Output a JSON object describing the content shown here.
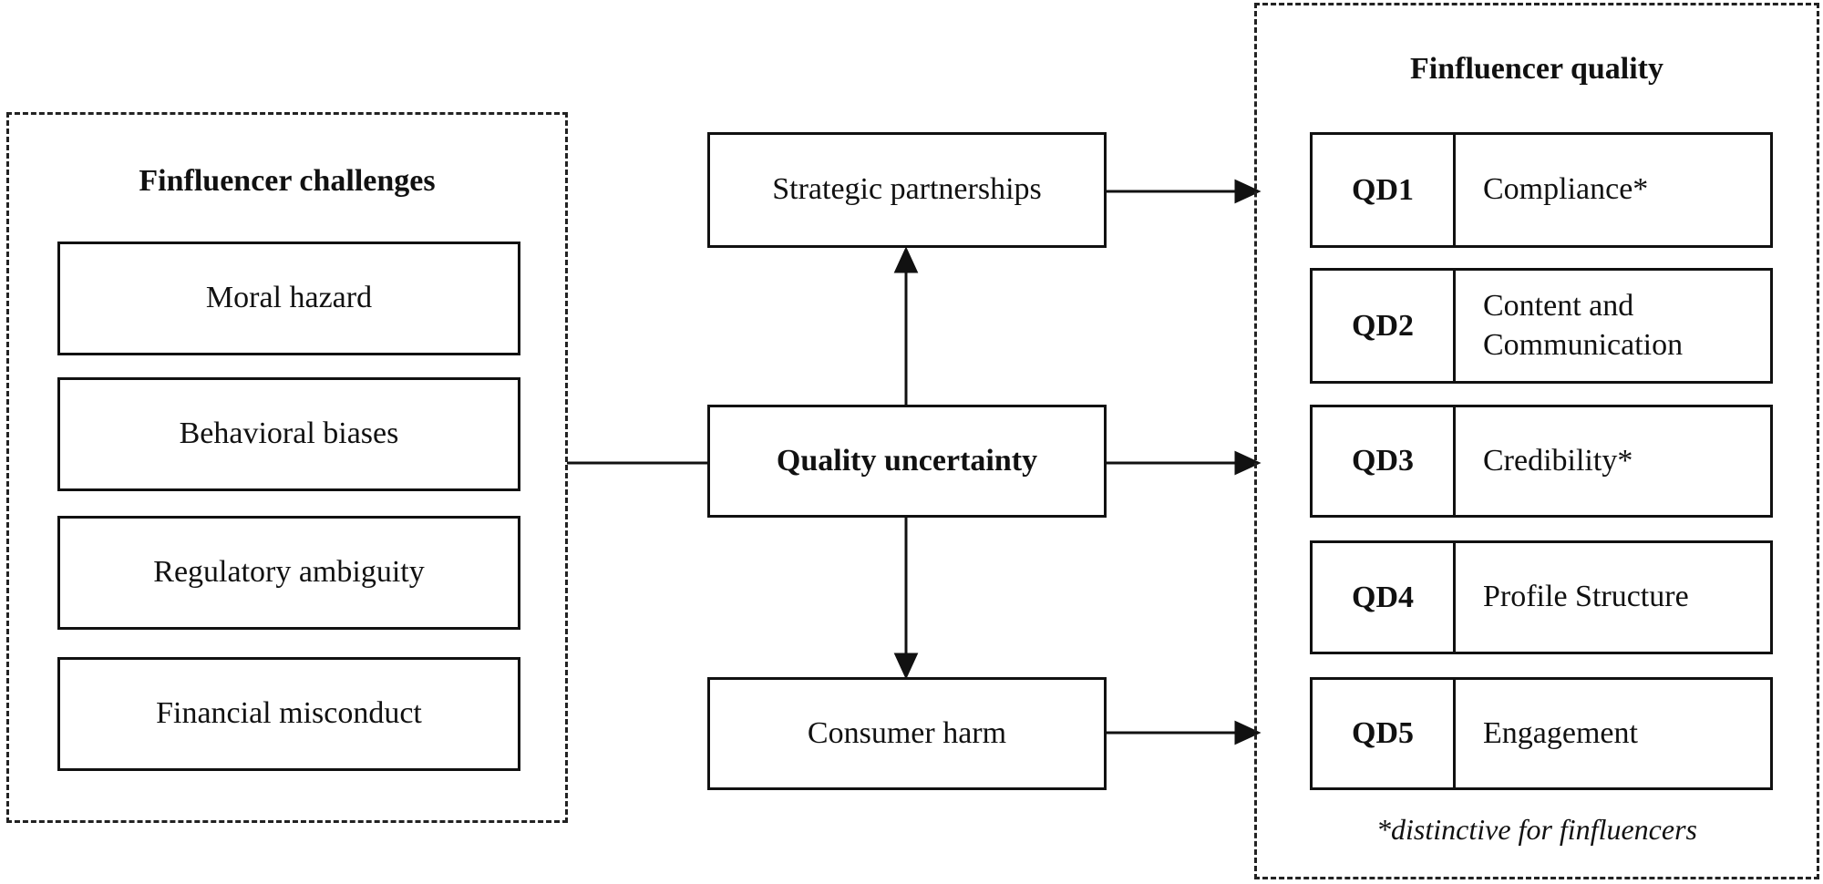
{
  "left_group": {
    "title": "Finfluencer challenges",
    "items": [
      "Moral hazard",
      "Behavioral biases",
      "Regulatory ambiguity",
      "Financial misconduct"
    ]
  },
  "center": {
    "top": "Strategic partnerships",
    "middle": "Quality uncertainty",
    "bottom": "Consumer harm"
  },
  "right_group": {
    "title": "Finfluencer quality",
    "items": [
      {
        "code": "QD1",
        "label": "Compliance*"
      },
      {
        "code": "QD2",
        "label": "Content and Communication"
      },
      {
        "code": "QD3",
        "label": "Credibility*"
      },
      {
        "code": "QD4",
        "label": "Profile Structure"
      },
      {
        "code": "QD5",
        "label": "Engagement"
      }
    ],
    "note": "*distinctive for finfluencers"
  }
}
